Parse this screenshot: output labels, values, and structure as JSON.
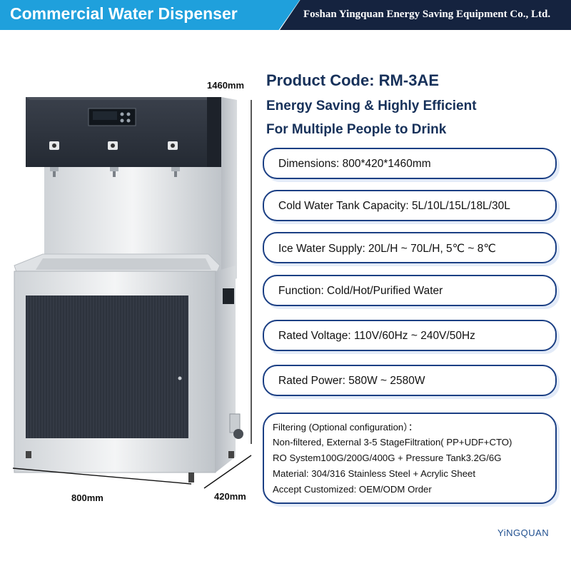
{
  "header": {
    "title": "Commercial Water Dispenser",
    "company": "Foshan Yingquan Energy Saving Equipment Co., Ltd."
  },
  "dimensions_labels": {
    "height": "1460mm",
    "width": "800mm",
    "depth": "420mm"
  },
  "product": {
    "code": "Product Code: RM-3AE",
    "tagline_1": "Energy Saving & Highly Efficient",
    "tagline_2": "For Multiple People to Drink"
  },
  "specs": [
    {
      "label": "Dimensions: 800*420*1460mm"
    },
    {
      "label": "Cold Water Tank Capacity: 5L/10L/15L/18L/30L"
    },
    {
      "label": "Ice Water Supply: 20L/H ~ 70L/H, 5℃ ~ 8℃"
    },
    {
      "label": "Function: Cold/Hot/Purified  Water"
    },
    {
      "label": "Rated Voltage: 110V/60Hz ~ 240V/50Hz"
    },
    {
      "label": "Rated Power: 580W ~ 2580W"
    }
  ],
  "filtering": {
    "title": "Filtering (Optional configuration）：",
    "lines": [
      "Non-filtered, External 3-5 StageFiltration( PP+UDF+CTO)",
      "RO System100G/200G/400G + Pressure Tank3.2G/6G",
      "Material: 304/316 Stainless Steel + Acrylic Sheet",
      "Accept Customized: OEM/ODM Order"
    ]
  },
  "brand": "YiNGQUAN",
  "colors": {
    "header_blue": "#1fa0dc",
    "header_navy": "#15233f",
    "heading_text": "#17315a",
    "pill_border": "#1b3f84"
  }
}
